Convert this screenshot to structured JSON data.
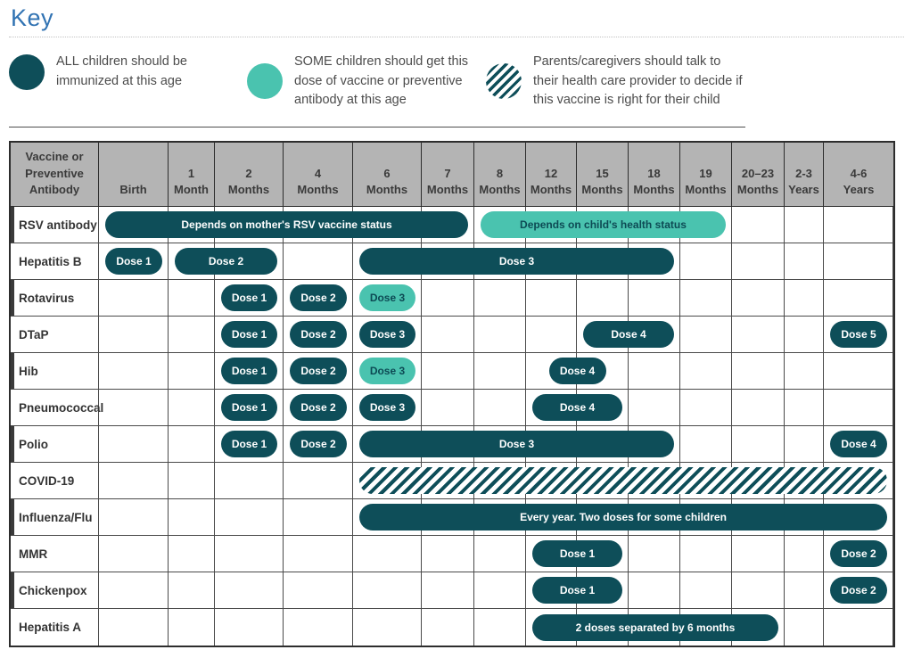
{
  "page_title": "Key",
  "colors": {
    "dark_teal": "#0e4e59",
    "light_teal": "#4ac3af",
    "header_bg": "#b4b4b4",
    "grid_line": "#4a4a4a",
    "title_blue": "#3173b3"
  },
  "legend": {
    "items": [
      {
        "swatch": "solid-dark-teal-circle",
        "text": "ALL children should be immunized at this age"
      },
      {
        "swatch": "solid-light-teal-circle",
        "text": "SOME children should get this dose of vaccine or preventive antibody at this age"
      },
      {
        "swatch": "hatched-circle",
        "text": "Parents/caregivers should talk to their health care provider to decide if this vaccine is right for their child"
      }
    ]
  },
  "chart_data": {
    "type": "table",
    "title": "Childhood immunization schedule",
    "columns": [
      {
        "lines": [
          "Vaccine or",
          "Preventive",
          "Antibody"
        ]
      },
      {
        "lines": [
          "Birth"
        ]
      },
      {
        "lines": [
          "1",
          "Month"
        ]
      },
      {
        "lines": [
          "2",
          "Months"
        ]
      },
      {
        "lines": [
          "4",
          "Months"
        ]
      },
      {
        "lines": [
          "6",
          "Months"
        ]
      },
      {
        "lines": [
          "7",
          "Months"
        ]
      },
      {
        "lines": [
          "8",
          "Months"
        ]
      },
      {
        "lines": [
          "12",
          "Months"
        ]
      },
      {
        "lines": [
          "15",
          "Months"
        ]
      },
      {
        "lines": [
          "18",
          "Months"
        ]
      },
      {
        "lines": [
          "19",
          "Months"
        ]
      },
      {
        "lines": [
          "20–23",
          "Months"
        ]
      },
      {
        "lines": [
          "2-3",
          "Years"
        ]
      },
      {
        "lines": [
          "4-6",
          "Years"
        ]
      }
    ],
    "rows": [
      {
        "label": "RSV antibody",
        "pills": [
          {
            "text": "Depends on mother's RSV vaccine status",
            "style": "dark",
            "from": 1,
            "to": 6
          },
          {
            "text": "Depends on child's health status",
            "style": "light",
            "from": 7,
            "to": 11
          }
        ]
      },
      {
        "label": "Hepatitis B",
        "pills": [
          {
            "text": "Dose 1",
            "style": "dark",
            "from": 1,
            "to": 1
          },
          {
            "text": "Dose 2",
            "style": "dark",
            "from": 2,
            "to": 3
          },
          {
            "text": "Dose 3",
            "style": "dark",
            "from": 5,
            "to": 10
          }
        ]
      },
      {
        "label": "Rotavirus",
        "pills": [
          {
            "text": "Dose 1",
            "style": "dark",
            "from": 3,
            "to": 3
          },
          {
            "text": "Dose 2",
            "style": "dark",
            "from": 4,
            "to": 4
          },
          {
            "text": "Dose 3",
            "style": "light",
            "from": 5,
            "to": 5
          }
        ]
      },
      {
        "label": "DTaP",
        "pills": [
          {
            "text": "Dose 1",
            "style": "dark",
            "from": 3,
            "to": 3
          },
          {
            "text": "Dose 2",
            "style": "dark",
            "from": 4,
            "to": 4
          },
          {
            "text": "Dose 3",
            "style": "dark",
            "from": 5,
            "to": 5
          },
          {
            "text": "Dose 4",
            "style": "dark",
            "from": 9,
            "to": 10
          },
          {
            "text": "Dose 5",
            "style": "dark",
            "from": 14,
            "to": 14
          }
        ]
      },
      {
        "label": "Hib",
        "pills": [
          {
            "text": "Dose 1",
            "style": "dark",
            "from": 3,
            "to": 3
          },
          {
            "text": "Dose 2",
            "style": "dark",
            "from": 4,
            "to": 4
          },
          {
            "text": "Dose 3",
            "style": "light",
            "from": 5,
            "to": 5
          },
          {
            "text": "Dose 4",
            "style": "dark",
            "from": 8,
            "to": 9,
            "narrow": true
          }
        ]
      },
      {
        "label": "Pneumococcal",
        "pills": [
          {
            "text": "Dose 1",
            "style": "dark",
            "from": 3,
            "to": 3
          },
          {
            "text": "Dose 2",
            "style": "dark",
            "from": 4,
            "to": 4
          },
          {
            "text": "Dose 3",
            "style": "dark",
            "from": 5,
            "to": 5
          },
          {
            "text": "Dose 4",
            "style": "dark",
            "from": 8,
            "to": 9
          }
        ]
      },
      {
        "label": "Polio",
        "pills": [
          {
            "text": "Dose 1",
            "style": "dark",
            "from": 3,
            "to": 3
          },
          {
            "text": "Dose 2",
            "style": "dark",
            "from": 4,
            "to": 4
          },
          {
            "text": "Dose 3",
            "style": "dark",
            "from": 5,
            "to": 10
          },
          {
            "text": "Dose 4",
            "style": "dark",
            "from": 14,
            "to": 14
          }
        ]
      },
      {
        "label": "COVID-19",
        "pills": [
          {
            "text": "",
            "style": "hatched",
            "from": 5,
            "to": 14
          }
        ]
      },
      {
        "label": "Influenza/Flu",
        "pills": [
          {
            "text": "Every year. Two doses for some children",
            "style": "dark",
            "from": 5,
            "to": 14
          }
        ]
      },
      {
        "label": "MMR",
        "pills": [
          {
            "text": "Dose 1",
            "style": "dark",
            "from": 8,
            "to": 9
          },
          {
            "text": "Dose 2",
            "style": "dark",
            "from": 14,
            "to": 14
          }
        ]
      },
      {
        "label": "Chickenpox",
        "pills": [
          {
            "text": "Dose 1",
            "style": "dark",
            "from": 8,
            "to": 9
          },
          {
            "text": "Dose 2",
            "style": "dark",
            "from": 14,
            "to": 14
          }
        ]
      },
      {
        "label": "Hepatitis A",
        "pills": [
          {
            "text": "2 doses separated by 6 months",
            "style": "dark",
            "from": 8,
            "to": 12
          }
        ]
      }
    ]
  }
}
